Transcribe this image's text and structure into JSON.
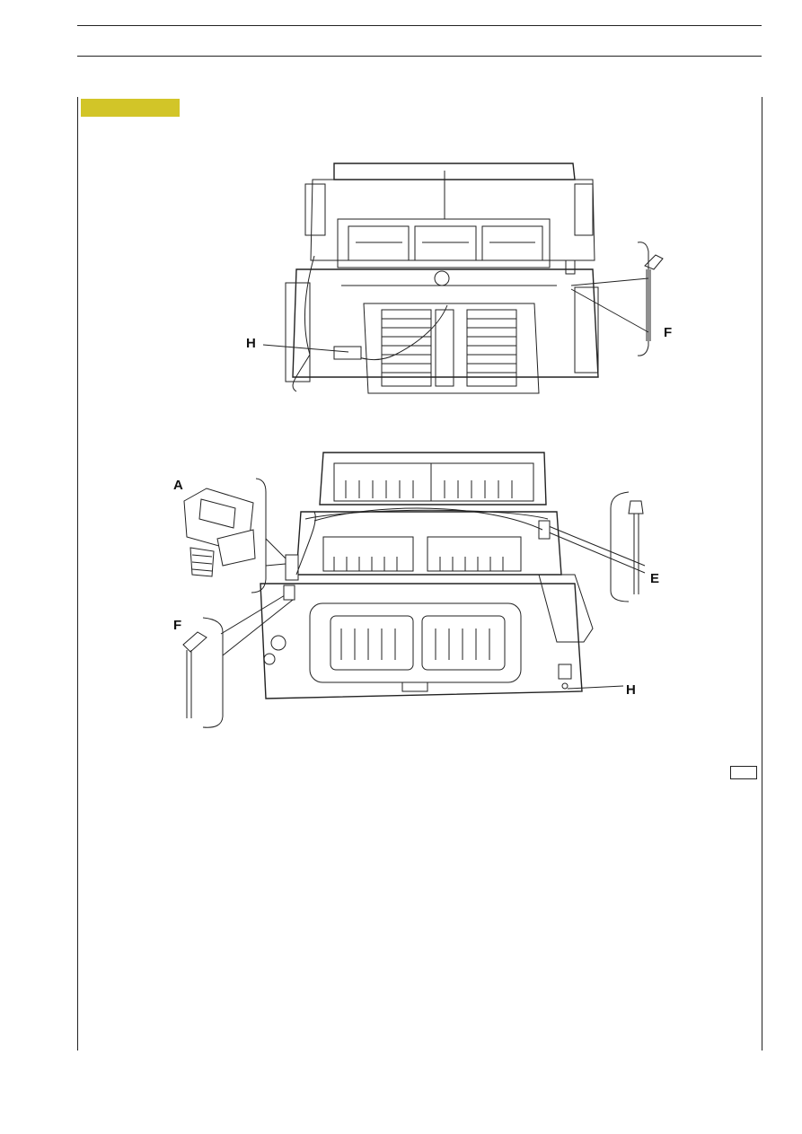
{
  "page": {
    "ref_box_text": "",
    "tag_color": "#d2c528"
  },
  "figure_top": {
    "labels": {
      "h": "H",
      "f": "F"
    }
  },
  "figure_bottom": {
    "labels": {
      "a": "A",
      "e": "E",
      "f": "F",
      "h": "H"
    }
  }
}
